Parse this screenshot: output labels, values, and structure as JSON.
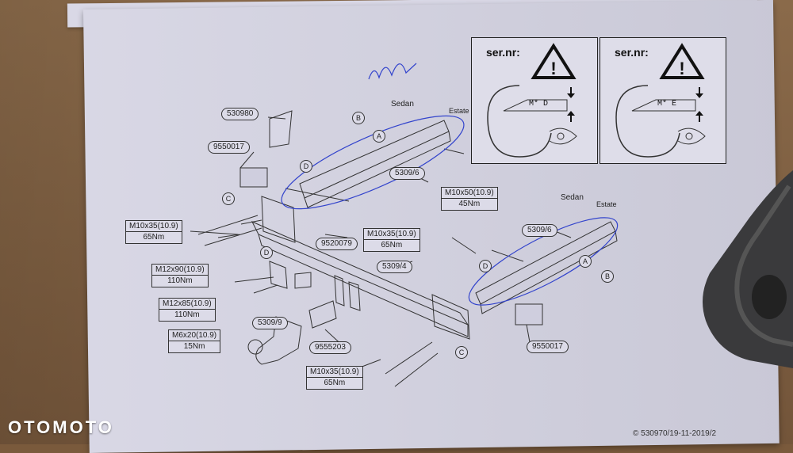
{
  "watermark": "OTOMOTO",
  "copyright": "© 530970/19-11-2019/2",
  "warning_panels": [
    {
      "title": "ser.nr:",
      "code": "M* D"
    },
    {
      "title": "ser.nr:",
      "code": "M* E"
    }
  ],
  "labels": {
    "sedan_1": "Sedan",
    "estate_1": "Estate",
    "sedan_2": "Sedan",
    "estate_2": "Estate",
    "part_530980": "530980",
    "part_9550017_a": "9550017",
    "part_9550017_b": "9550017",
    "part_5309_6_a": "5309/6",
    "part_5309_6_b": "5309/6",
    "part_9520079": "9520079",
    "part_5309_4": "5309/4",
    "part_5309_9": "5309/9",
    "part_9555203": "9555203"
  },
  "bolt_specs": [
    {
      "size": "M10x50(10.9)",
      "torque": "45Nm"
    },
    {
      "size": "M10x35(10.9)",
      "torque": "65Nm"
    },
    {
      "size": "M10x35(10.9)",
      "torque": "65Nm"
    },
    {
      "size": "M12x90(10.9)",
      "torque": "110Nm"
    },
    {
      "size": "M12x85(10.9)",
      "torque": "110Nm"
    },
    {
      "size": "M6x20(10.9)",
      "torque": "15Nm"
    },
    {
      "size": "M10x35(10.9)",
      "torque": "65Nm"
    }
  ],
  "callouts": [
    "A",
    "B",
    "C",
    "D",
    "A",
    "B",
    "C",
    "D",
    "D"
  ]
}
